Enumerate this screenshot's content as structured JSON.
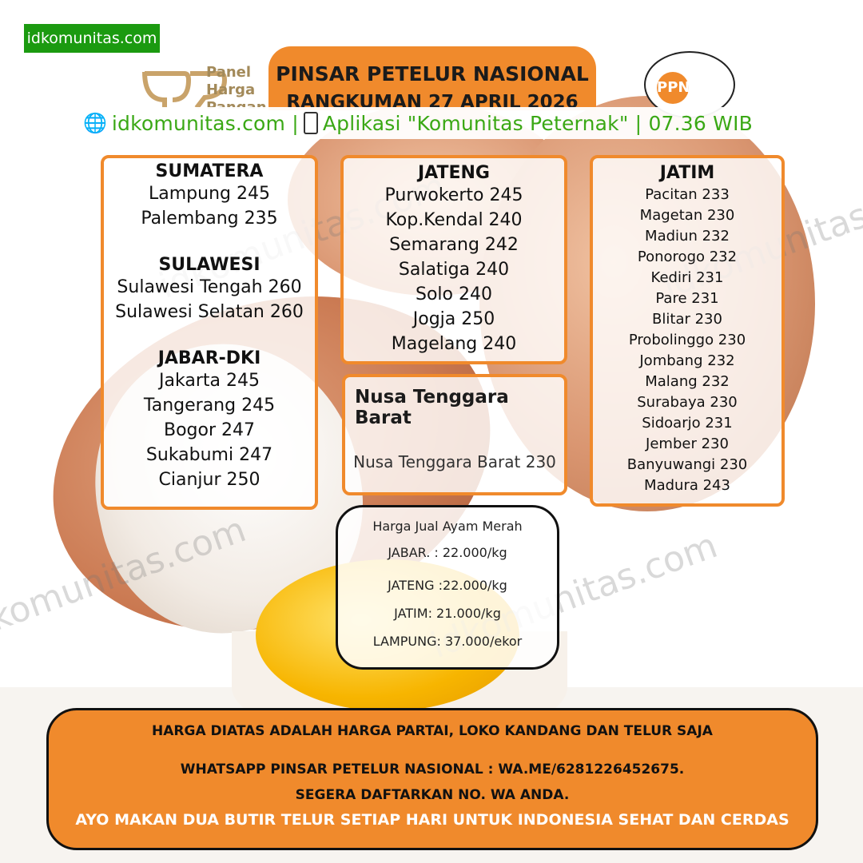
{
  "site_tag": "idkomunitas.com",
  "watermark": "idkomunitas.com",
  "logo_left": {
    "lines": [
      "Panel",
      "Harga",
      "Pangan"
    ]
  },
  "title": {
    "line1": "PINSAR PETELUR NASIONAL",
    "line2": "RANGKUMAN 27 APRIL 2026"
  },
  "ppn_logo": "PPN",
  "banner": {
    "text": "idkomunitas.com | ",
    "text2": " Aplikasi \"Komunitas Peternak\" | 07.36 WIB"
  },
  "sumatera": {
    "title": "SUMATERA",
    "items": [
      "Lampung 245",
      "Palembang 235"
    ]
  },
  "sulawesi": {
    "title": "SULAWESI",
    "items": [
      "Sulawesi Tengah 260",
      "Sulawesi Selatan 260"
    ]
  },
  "jabar": {
    "title": "JABAR-DKI",
    "items": [
      "Jakarta 245",
      "Tangerang 245",
      "Bogor 247",
      "Sukabumi 247",
      "Cianjur 250"
    ]
  },
  "jateng": {
    "title": "JATENG",
    "items": [
      "Purwokerto 245",
      "Kop.Kendal 240",
      "Semarang 242",
      "Salatiga 240",
      "Solo 240",
      "Jogja 250",
      "Magelang 240"
    ]
  },
  "ntb": {
    "title": "Nusa Tenggara Barat",
    "item": "Nusa Tenggara Barat 230"
  },
  "jatim": {
    "title": "JATIM",
    "items": [
      "Pacitan 233",
      "Magetan 230",
      "Madiun 232",
      "Ponorogo 232",
      "Kediri 231",
      "Pare 231",
      "Blitar 230",
      "Probolinggo 230",
      "Jombang 232",
      "Malang 232",
      "Surabaya 230",
      "Sidoarjo 231",
      "Jember 230",
      "Banyuwangi 230",
      "Madura 243"
    ]
  },
  "ayam": {
    "title": "Harga Jual Ayam Merah",
    "rows": [
      "JABAR. : 22.000/kg",
      "JATENG :22.000/kg",
      "JATIM: 21.000/kg",
      "LAMPUNG: 37.000/ekor"
    ]
  },
  "footer": {
    "line1": "HARGA DIATAS ADALAH HARGA PARTAI, LOKO KANDANG DAN TELUR SAJA",
    "line2": "WHATSAPP PINSAR PETELUR NASIONAL : WA.ME/6281226452675.",
    "line3": "SEGERA DAFTARKAN NO. WA ANDA.",
    "line4": "AYO MAKAN DUA BUTIR TELUR SETIAP HARI UNTUK INDONESIA SEHAT DAN CERDAS"
  },
  "colors": {
    "accent": "#f08a2c",
    "tag_green": "#1b9a10",
    "banner_green": "#3aa815"
  }
}
